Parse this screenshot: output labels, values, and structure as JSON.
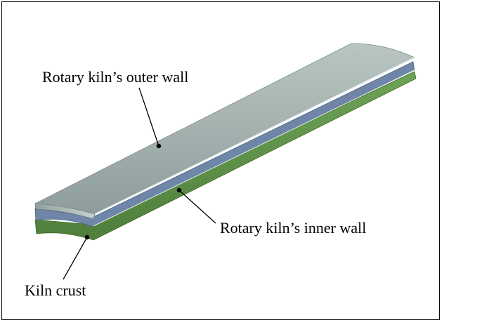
{
  "labels": {
    "outer_wall": "Rotary kiln’s outer wall",
    "inner_wall": "Rotary kiln’s inner wall",
    "kiln_crust": "Kiln crust"
  },
  "colors": {
    "outer_wall_top": "#b7c3c1",
    "outer_wall_mid": "#98a6a4",
    "inner_wall_layer": "#6f86a9",
    "kiln_crust": "#5f9448",
    "outline": "#000000",
    "background": "#ffffff"
  }
}
